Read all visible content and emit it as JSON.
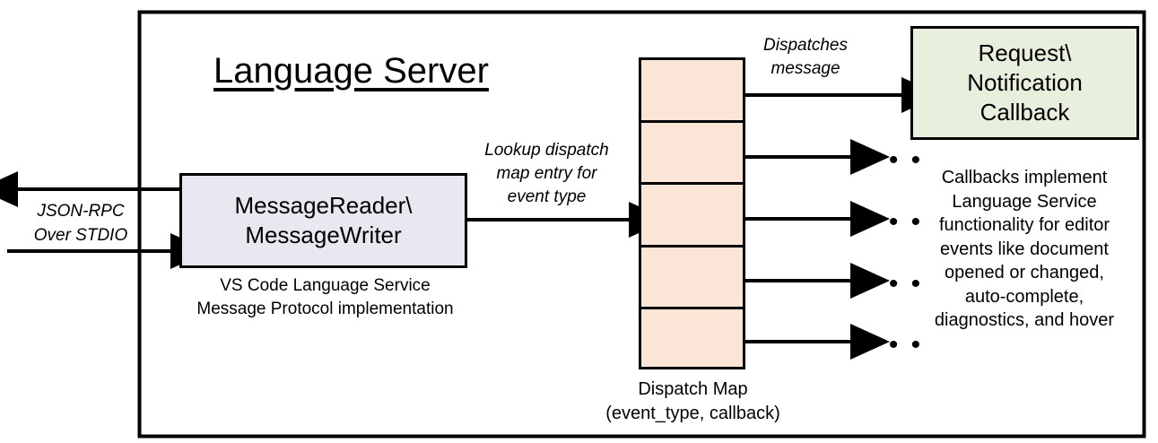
{
  "diagram": {
    "title": "Language Server",
    "container_label": "language-server-boundary",
    "colors": {
      "reader_fill": "#EAE7F1",
      "dispatch_fill": "#FBE5D6",
      "callback_fill": "#E9EFDD",
      "stroke": "#000000",
      "background": "#FFFFFF"
    },
    "nodes": {
      "message_reader": {
        "label_line1": "MessageReader\\",
        "label_line2": "MessageWriter",
        "caption_line1": "VS Code Language Service",
        "caption_line2": "Message Protocol implementation"
      },
      "dispatch_map": {
        "caption_line1": "Dispatch Map",
        "caption_line2": "(event_type, callback)",
        "cells": [
          {
            "id": "entry-1"
          },
          {
            "id": "entry-2"
          },
          {
            "id": "entry-3"
          },
          {
            "id": "entry-4"
          },
          {
            "id": "entry-5"
          }
        ]
      },
      "callback": {
        "label_line1": "Request\\",
        "label_line2": "Notification",
        "label_line3": "Callback",
        "caption": "Callbacks implement Language Service functionality for editor events like document opened or changed, auto-complete, diagnostics, and hover",
        "caption_lines": [
          "Callbacks implement",
          "Language Service",
          "functionality for editor",
          "events like document",
          "opened or changed,",
          "auto-complete,",
          "diagnostics, and hover"
        ]
      }
    },
    "annotations": {
      "jsonrpc_line1": "JSON-RPC",
      "jsonrpc_line2": "Over STDIO",
      "lookup_line1": "Lookup dispatch",
      "lookup_line2": "map entry for",
      "lookup_line3": "event type",
      "dispatches_line1": "Dispatches",
      "dispatches_line2": "message"
    },
    "ellipses": {
      "glyph": "• • •",
      "count": 4
    }
  }
}
